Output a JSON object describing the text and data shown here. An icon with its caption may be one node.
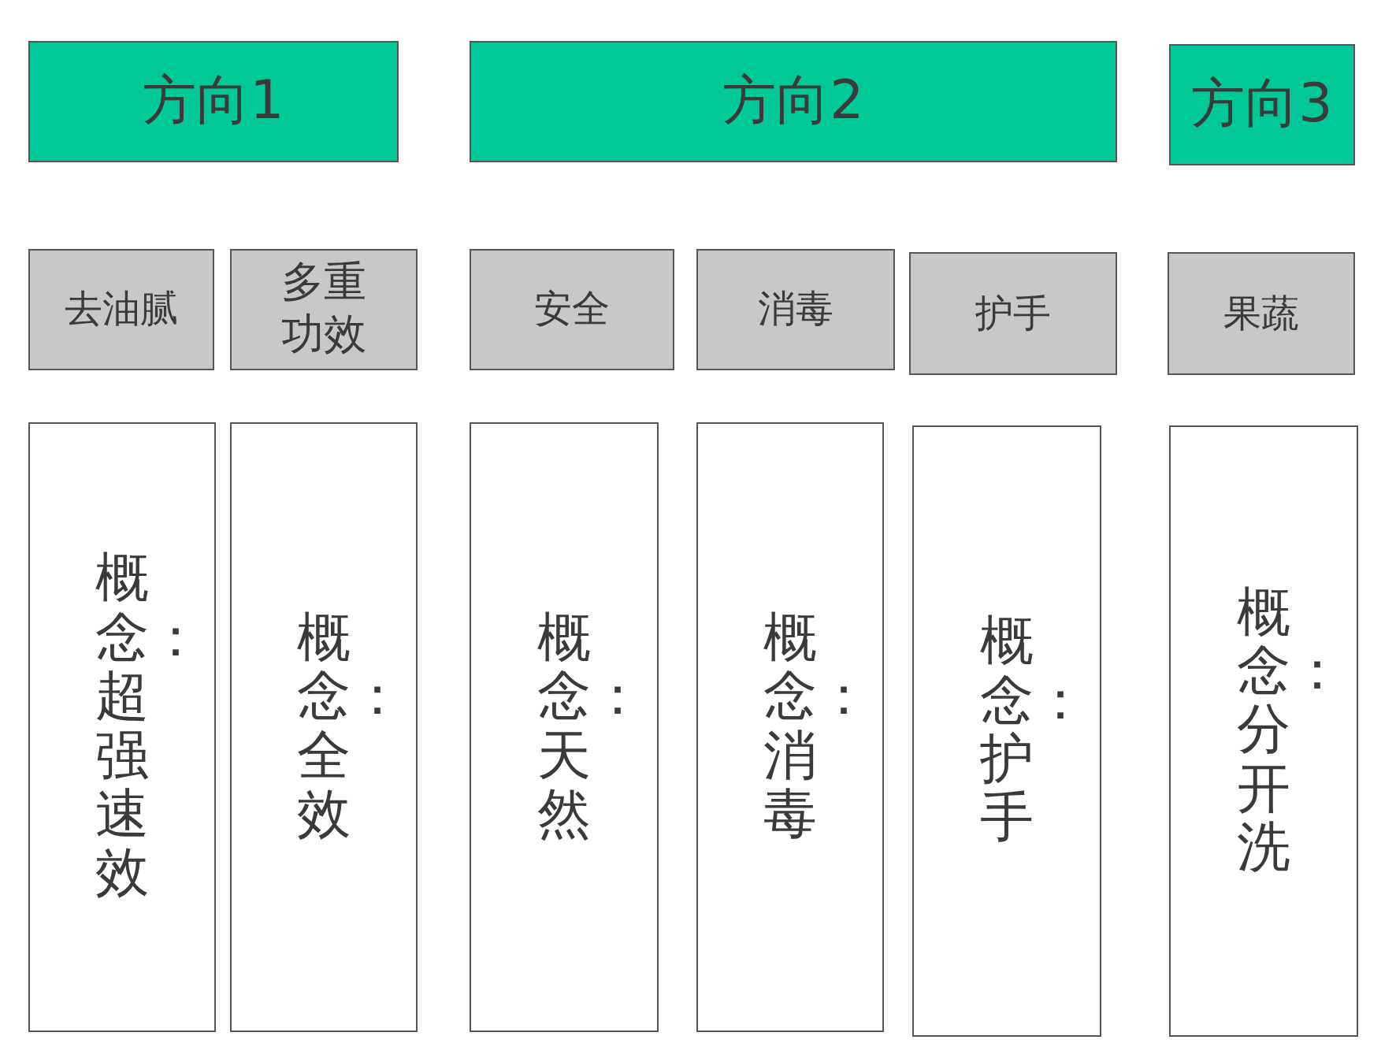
{
  "diagram": {
    "nodes": [
      {
        "text": [
          "方向1"
        ]
      },
      {
        "text": [
          "方向2"
        ]
      },
      {
        "text": [
          "方向3"
        ]
      },
      {
        "text": [
          "去油腻"
        ]
      },
      {
        "text": [
          "多重功效"
        ]
      },
      {
        "text": [
          "安全"
        ]
      },
      {
        "text": [
          "消毒"
        ]
      },
      {
        "text": [
          "护手"
        ]
      },
      {
        "text": [
          "果蔬"
        ]
      },
      {
        "text": [
          "概念：超强速效"
        ]
      },
      {
        "text": [
          "概念：全效"
        ]
      },
      {
        "text": [
          "概念：天然"
        ]
      },
      {
        "text": [
          "概念：消毒"
        ]
      },
      {
        "text": [
          "概念：护手"
        ]
      },
      {
        "text": [
          "概念：分开洗"
        ]
      }
    ]
  }
}
